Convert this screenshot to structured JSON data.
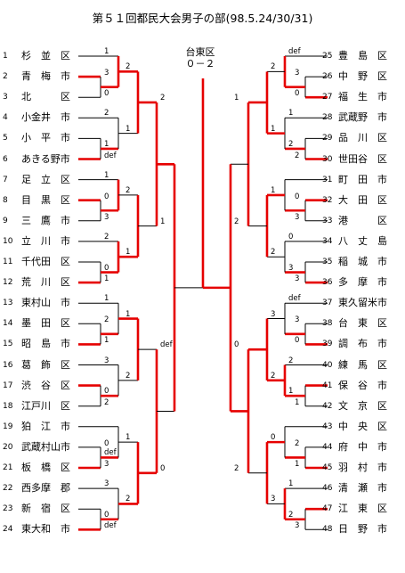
{
  "title": "第５１回都民大会男子の部(98.5.24/30/31)",
  "final": {
    "winner_line1": "台東区",
    "winner_line2": "０－２"
  },
  "teams_left": [
    {
      "num": "1",
      "name": "杉　並　区"
    },
    {
      "num": "2",
      "name": "青　梅　市"
    },
    {
      "num": "3",
      "name": "北　　　区"
    },
    {
      "num": "4",
      "name": "小金井　市"
    },
    {
      "num": "5",
      "name": "小　平　市"
    },
    {
      "num": "6",
      "name": "あきる野市"
    },
    {
      "num": "7",
      "name": "足　立　区"
    },
    {
      "num": "8",
      "name": "目　黒　区"
    },
    {
      "num": "9",
      "name": "三　鷹　市"
    },
    {
      "num": "10",
      "name": "立　川　市"
    },
    {
      "num": "11",
      "name": "千代田　区"
    },
    {
      "num": "12",
      "name": "荒　川　区"
    },
    {
      "num": "13",
      "name": "東村山　市"
    },
    {
      "num": "14",
      "name": "墨　田　区"
    },
    {
      "num": "15",
      "name": "昭　島　市"
    },
    {
      "num": "16",
      "name": "葛　飾　区"
    },
    {
      "num": "17",
      "name": "渋　谷　区"
    },
    {
      "num": "18",
      "name": "江戸川　区"
    },
    {
      "num": "19",
      "name": "狛　江　市"
    },
    {
      "num": "20",
      "name": "武蔵村山市"
    },
    {
      "num": "21",
      "name": "板　橋　区"
    },
    {
      "num": "22",
      "name": "西多摩　郡"
    },
    {
      "num": "23",
      "name": "新　宿　区"
    },
    {
      "num": "24",
      "name": "東大和　市"
    }
  ],
  "teams_right": [
    {
      "num": "25",
      "name": "豊　島　区"
    },
    {
      "num": "26",
      "name": "中　野　区"
    },
    {
      "num": "27",
      "name": "福　生　市"
    },
    {
      "num": "28",
      "name": "武蔵野　市"
    },
    {
      "num": "29",
      "name": "品　川　区"
    },
    {
      "num": "30",
      "name": "世田谷　区"
    },
    {
      "num": "31",
      "name": "町　田　市"
    },
    {
      "num": "32",
      "name": "大　田　区"
    },
    {
      "num": "33",
      "name": "港　　　区"
    },
    {
      "num": "34",
      "name": "八　丈　島"
    },
    {
      "num": "35",
      "name": "稲　城　市"
    },
    {
      "num": "36",
      "name": "多　摩　市"
    },
    {
      "num": "37",
      "name": "東久留米市"
    },
    {
      "num": "38",
      "name": "台　東　区"
    },
    {
      "num": "39",
      "name": "調　布　市"
    },
    {
      "num": "40",
      "name": "練　馬　区"
    },
    {
      "num": "41",
      "name": "保　谷　市"
    },
    {
      "num": "42",
      "name": "文　京　区"
    },
    {
      "num": "43",
      "name": "中　央　区"
    },
    {
      "num": "44",
      "name": "府　中　市"
    },
    {
      "num": "45",
      "name": "羽　村　市"
    },
    {
      "num": "46",
      "name": "清　瀬　市"
    },
    {
      "num": "47",
      "name": "江　東　区"
    },
    {
      "num": "48",
      "name": "日　野　市"
    }
  ],
  "scores_left": {
    "r1": [
      {
        "top": "1",
        "bottom": ""
      },
      {
        "top": "3",
        "bottom": "0"
      },
      {
        "top": "2",
        "bottom": "1"
      },
      {
        "top": "",
        "bottom": "def"
      },
      {
        "top": "1",
        "bottom": ""
      },
      {
        "top": "0",
        "bottom": "3"
      },
      {
        "top": "2",
        "bottom": "0"
      },
      {
        "top": "",
        "bottom": "1"
      },
      {
        "top": "1",
        "bottom": ""
      },
      {
        "top": "2",
        "bottom": "1"
      },
      {
        "top": "3",
        "bottom": "0"
      },
      {
        "top": "",
        "bottom": "2"
      },
      {
        "top": "",
        "bottom": "def"
      },
      {
        "top": "0",
        "bottom": "3"
      },
      {
        "top": "3",
        "bottom": "0"
      },
      {
        "top": "",
        "bottom": "def"
      }
    ],
    "r2": [
      {
        "top": "2",
        "bottom": "1"
      },
      {
        "top": "2",
        "bottom": "1"
      },
      {
        "top": "1",
        "bottom": "2"
      },
      {
        "top": "1",
        "bottom": "2"
      },
      {
        "top": "",
        "bottom": ""
      }
    ],
    "r3": [
      {
        "top": "2",
        "bottom": "1"
      },
      {
        "top": "def",
        "bottom": "0"
      }
    ]
  },
  "scores_right": {
    "r1": [
      {
        "top": "def",
        "bottom": ""
      },
      {
        "top": "3",
        "bottom": "0"
      },
      {
        "top": "1",
        "bottom": "2"
      },
      {
        "top": "",
        "bottom": "2"
      },
      {
        "top": "",
        "bottom": ""
      },
      {
        "top": "0",
        "bottom": "3"
      },
      {
        "top": "0",
        "bottom": "3"
      },
      {
        "top": "",
        "bottom": "3"
      },
      {
        "top": "def",
        "bottom": ""
      },
      {
        "top": "3",
        "bottom": "0"
      },
      {
        "top": "2",
        "bottom": "1"
      },
      {
        "top": "",
        "bottom": "1"
      },
      {
        "top": "",
        "bottom": ""
      },
      {
        "top": "2",
        "bottom": "1"
      },
      {
        "top": "1",
        "bottom": "2"
      },
      {
        "top": "",
        "bottom": "3"
      }
    ],
    "r2": [
      {
        "top": "2",
        "bottom": "1"
      },
      {
        "top": "1",
        "bottom": "2"
      },
      {
        "top": "3",
        "bottom": "2"
      },
      {
        "top": "0",
        "bottom": "3"
      },
      {
        "top": "2",
        "bottom": "def"
      },
      {
        "top": "0",
        "bottom": "3"
      },
      {
        "top": "def",
        "bottom": "2"
      }
    ],
    "r3": [
      {
        "top": "1",
        "bottom": "2"
      },
      {
        "top": "0",
        "bottom": "2"
      }
    ]
  },
  "colors": {
    "winner_line": "#e60000",
    "line": "#000000"
  }
}
